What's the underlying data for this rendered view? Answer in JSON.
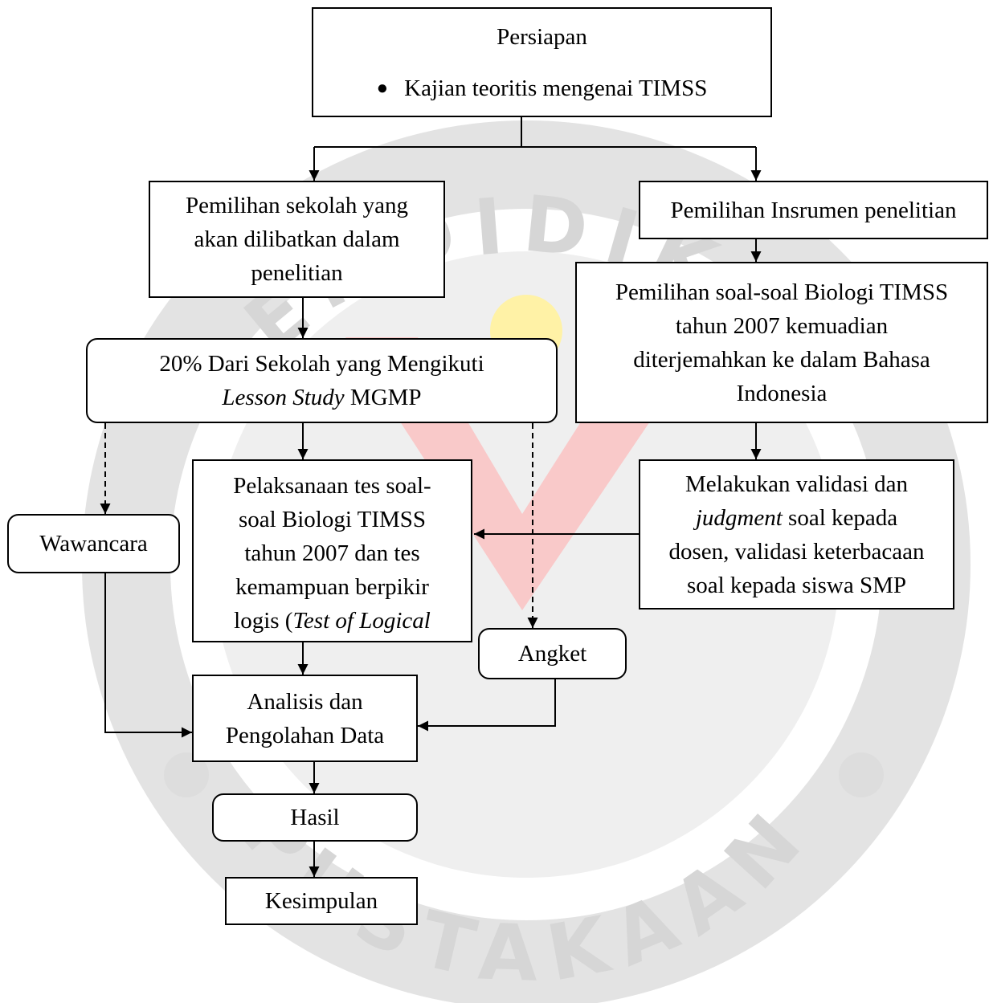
{
  "watermark": {
    "text_top": "PENDIDIKAN",
    "text_bottom": "PUSTAKAAN",
    "colors": {
      "grey": "#d9d9d9",
      "red": "#f7b6b6",
      "yellow": "#ffeb80"
    }
  },
  "boxes": {
    "persiapan": {
      "title": "Persiapan",
      "bullet": "Kajian teoritis mengenai TIMSS"
    },
    "pemilihan_sekolah": {
      "lines": [
        "Pemilihan sekolah yang",
        "akan dilibatkan dalam",
        "penelitian"
      ]
    },
    "pemilihan_instrumen": {
      "text": "Pemilihan Insrumen penelitian"
    },
    "sekolah_lesson": {
      "line1": "20% Dari Sekolah yang Mengikuti",
      "line2_italic": "Lesson Study",
      "line2_rest": " MGMP"
    },
    "pemilihan_soal": {
      "lines": [
        "Pemilihan soal-soal Biologi TIMSS",
        "tahun 2007 kemuadian",
        "diterjemahkan ke dalam Bahasa",
        "Indonesia"
      ]
    },
    "pelaksanaan": {
      "lines": [
        "Pelaksanaan tes soal-",
        "soal Biologi TIMSS",
        "tahun 2007 dan tes",
        "kemampuan berpikir"
      ],
      "last_prefix": "logis (",
      "last_italic": "Test of Logical"
    },
    "validasi": {
      "line1": "Melakukan validasi dan",
      "line2_italic": "judgment",
      "line2_rest": " soal kepada",
      "line3": "dosen, validasi keterbacaan",
      "line4": "soal kepada  siswa SMP"
    },
    "wawancara": {
      "text": "Wawancara"
    },
    "angket": {
      "text": "Angket"
    },
    "analisis": {
      "lines": [
        "Analisis dan",
        "Pengolahan Data"
      ]
    },
    "hasil": {
      "text": "Hasil"
    },
    "kesimpulan": {
      "text": "Kesimpulan"
    }
  }
}
